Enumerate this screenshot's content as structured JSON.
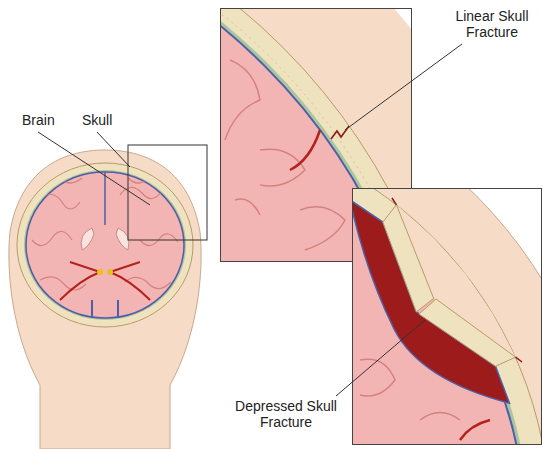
{
  "diagram": {
    "labels": [
      "Brain",
      "Skull",
      "Linear Skull Fracture",
      "Depressed Skull Fracture"
    ]
  }
}
